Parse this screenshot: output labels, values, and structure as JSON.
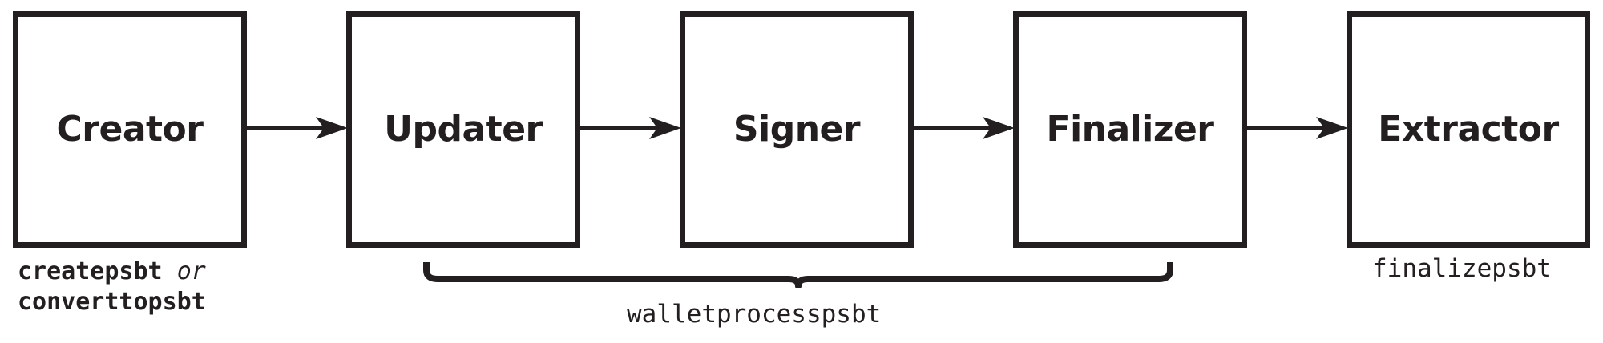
{
  "diagram": {
    "title": "PSBT workflow roles and Bitcoin Core RPC commands",
    "colors": {
      "ink": "#231f20",
      "background": "#ffffff"
    },
    "boxes": [
      {
        "id": "creator",
        "label": "Creator"
      },
      {
        "id": "updater",
        "label": "Updater"
      },
      {
        "id": "signer",
        "label": "Signer"
      },
      {
        "id": "finalizer",
        "label": "Finalizer"
      },
      {
        "id": "extractor",
        "label": "Extractor"
      }
    ],
    "arrows": [
      {
        "from": "creator",
        "to": "updater"
      },
      {
        "from": "updater",
        "to": "signer"
      },
      {
        "from": "signer",
        "to": "finalizer"
      },
      {
        "from": "finalizer",
        "to": "extractor"
      }
    ],
    "captions": {
      "creator_line1_command": "createpsbt",
      "creator_line1_conjunction": "or",
      "creator_line2_command": "converttopsbt",
      "brace_command": "walletprocesspsbt",
      "extractor_command": "finalizepsbt"
    }
  }
}
